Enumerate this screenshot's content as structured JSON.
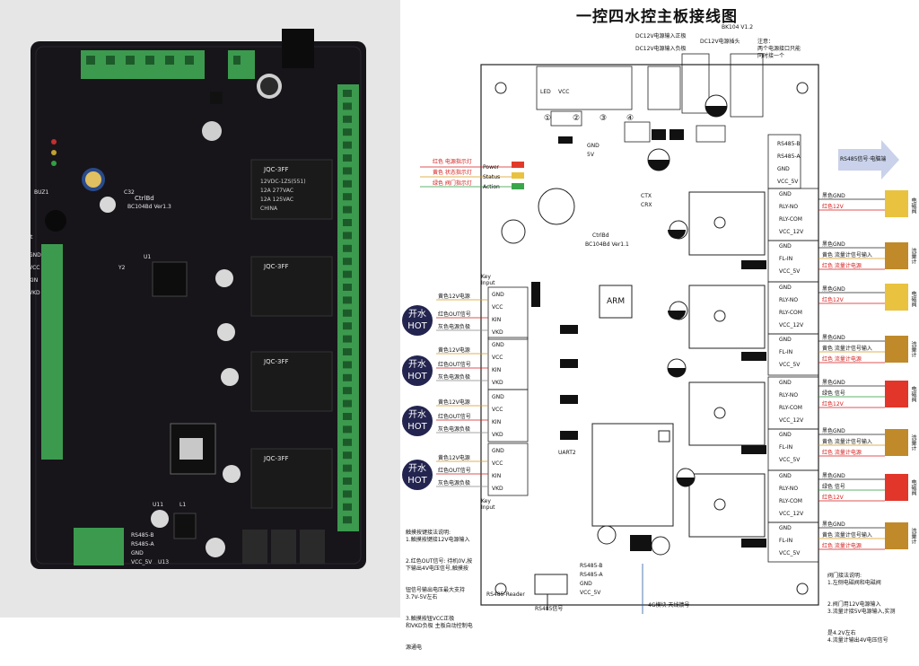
{
  "photo": {
    "board_name": "CtrlBd",
    "board_version": "BC104Bd Ver1.3",
    "power_label": "Power",
    "status_label": "Status",
    "action_label": "Action",
    "relay_model": "JQC-3FF",
    "relay_spec": [
      "12VDC-1ZS(551)",
      "12A 277VAC",
      "12A 125VAC"
    ],
    "relay_brand": "CHINA",
    "key_input": "Key Input",
    "rs485_reader": "RS485-Reader",
    "pins": [
      "GND",
      "VCC",
      "KIN",
      "VKD"
    ],
    "rs485_pins": [
      "RS485-B",
      "RS485-A",
      "GND",
      "VCC_5V"
    ],
    "chip_labels": [
      "U1",
      "Y2",
      "BUZ1",
      "C32",
      "L1",
      "U13",
      "U11"
    ]
  },
  "diagram": {
    "title": "一控四水控主板接线图",
    "version": "BK104 V1.2",
    "dc12_in_label": "DC12V电源插头",
    "dc12_pos": "DC12V电源输入正极",
    "dc12_neg": "DC12V电源输入负极",
    "note": [
      "注意：",
      "两个电源接口只能",
      "同时接一个"
    ],
    "led_header": [
      "LED",
      "VCC"
    ],
    "power_leds": [
      {
        "label": "红色 电源指示灯",
        "name": "Power"
      },
      {
        "label": "黄色 状态指示灯",
        "name": "Status"
      },
      {
        "label": "绿色 阀门指示灯",
        "name": "Action"
      }
    ],
    "rs485_signal": "RS485信号·电脑端",
    "rs485_pins": [
      "RS485-B",
      "RS485-A",
      "GND",
      "VCC_5V"
    ],
    "relay_pins": [
      "GND",
      "RLY-NO",
      "RLY-COM",
      "VCC_12V"
    ],
    "flow_pins": [
      "GND",
      "FL-IN",
      "VCC_5V"
    ],
    "key_pins": [
      "GND",
      "VCC",
      "KIN",
      "VKD"
    ],
    "hot_badge": [
      "开水",
      "HOT"
    ],
    "key_wire_labels": [
      "黄色12V电源",
      "红色OUT信号",
      "灰色电源负极"
    ],
    "valve_wire_labels": [
      "黑色GND",
      "红色12V"
    ],
    "flow_wire_labels": [
      "黑色GND",
      "黄色 流量计信号输入",
      "红色 流量计电源"
    ],
    "green_wire_labels": [
      "黑色GND",
      "绿色 信号",
      "红色12V"
    ],
    "valve_label": "电磁阀",
    "flow_label": "流量计",
    "board_center": [
      "CtrlBd",
      "BC104Bd Ver1.1"
    ],
    "arm_label": "ARM",
    "key_input_label": [
      "Key",
      "Input"
    ],
    "rs485_reader": "RS485-Reader",
    "rs485_bottom": "RS485信号",
    "antenna": "4G模块·天线馈号",
    "uart_labels": [
      "GND",
      "5V",
      "CTX",
      "CRX"
    ],
    "uart2": "UART2",
    "circle_nums": [
      "①",
      "②",
      "③",
      "④"
    ],
    "left_notes": [
      "触摸按键接法说明:",
      "1.触摸按键接12V电源输入",
      "2.红色OUT信号: 待机0V,按",
      "下输出4V电压信号,触摸按",
      "钮信号输出电压最大支持",
      "3.7V-5V左右",
      "3.触摸按钮VCC正极",
      "和VKD负极 主板自动控制电",
      "源通电"
    ],
    "right_notes": [
      "阀门接法说明:",
      "1.左侧电磁阀和电磁阀",
      "2.阀门用12V电源输入",
      "3.流量计接5V电源输入,实测",
      "是4.2V左右",
      "4.流量计输出4V电压信号"
    ],
    "colors": {
      "board_bg": "#17151a",
      "green_terminal": "#3c9a4e",
      "navy": "#23244f",
      "yellow_valve": "#e9c23f",
      "red_valve": "#e2362a",
      "arrow": "#c9d2ea"
    }
  }
}
